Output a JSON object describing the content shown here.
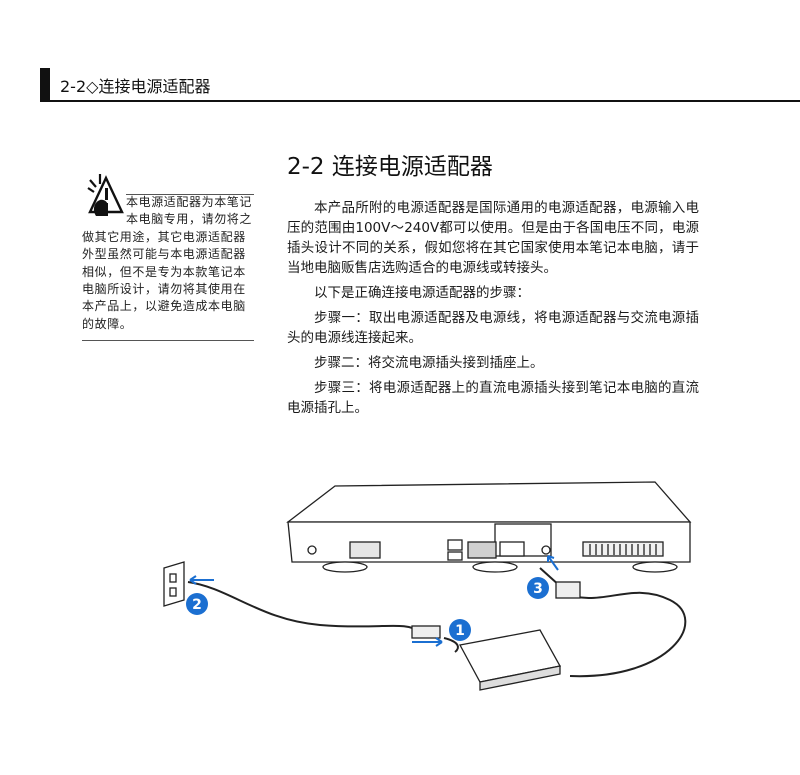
{
  "header": {
    "section_label": "2-2◇连接电源适配器"
  },
  "note": {
    "icon": "caution-hand-icon",
    "text": "本电源适配器为本笔记本电脑专用，请勿将之做其它用途，其它电源适配器外型虽然可能与本电源适配器相似，但不是专为本款笔记本电脑所设计，请勿将其使用在本产品上，以避免造成本电脑的故障。"
  },
  "main": {
    "title": "2-2 连接电源适配器",
    "paragraphs": [
      "本产品所附的电源适配器是国际通用的电源适配器，电源输入电压的范围由100V～240V都可以使用。但是由于各国电压不同，电源插头设计不同的关系，假如您将在其它国家使用本笔记本电脑，请于当地电脑贩售店选购适合的电源线或转接头。",
      "以下是正确连接电源适配器的步骤：",
      "步骤一：取出电源适配器及电源线，将电源适配器与交流电源插头的电源线连接起来。",
      "步骤二：将交流电源插头接到插座上。",
      "步骤三：将电源适配器上的直流电源插头接到笔记本电脑的直流电源插孔上。"
    ]
  },
  "illustration": {
    "step_labels": [
      "1",
      "2",
      "3"
    ],
    "badge_color": "#1b6fd1",
    "line_color": "#222222"
  }
}
